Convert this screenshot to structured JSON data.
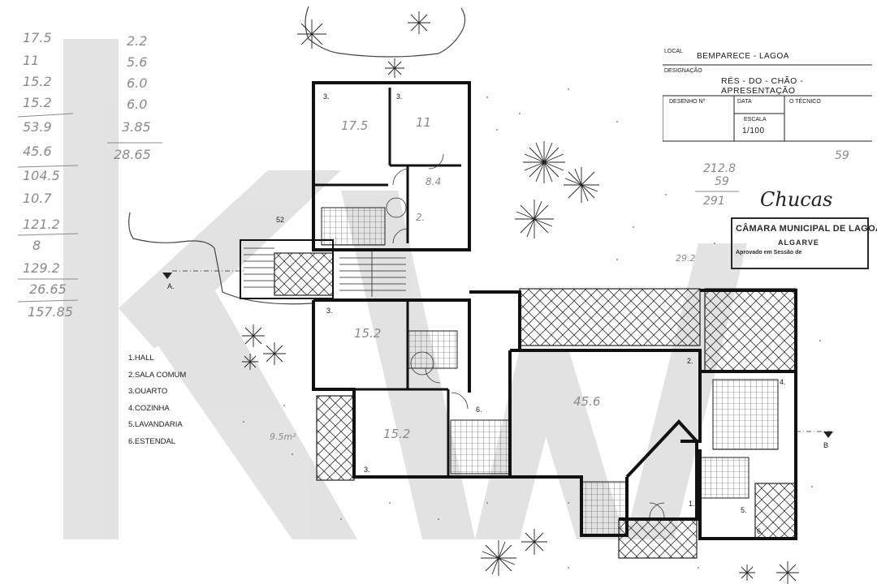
{
  "watermark": {
    "letters": "KW",
    "color": "#dcdcdc"
  },
  "title_block": {
    "local_label": "LOCAL",
    "local_value": "BEMPARECE - LAGOA",
    "designacao_label": "DESIGNAÇÃO",
    "designacao_value": "RÉS - DO - CHÃO - APRESENTAÇÃO",
    "desenho_label": "DESENHO Nº",
    "data_label": "DATA",
    "tecnico_label": "O TÉCNICO",
    "escala_label": "ESCALA",
    "escala_value": "1/100"
  },
  "stamp": {
    "line1": "CÂMARA MUNICIPAL DE LAGOA",
    "line2": "ALGARVE",
    "line3": "Aprovado em Sessão de"
  },
  "legend": [
    "1.HALL",
    "2.SALA COMUM",
    "3.OUARTO",
    "4.COZINHA",
    "5.LAVANDARIA",
    "6.ESTENDAL"
  ],
  "section_marks": {
    "a": "A.",
    "b": "B"
  },
  "rooms": {
    "r1": "3.",
    "r1_area": "17.5",
    "r2": "3.",
    "r2_area": "11",
    "r3": "3.",
    "r3_area": "15.2",
    "r4": "3.",
    "r4_area": "15.2",
    "r5": "8.4",
    "r6": "2.",
    "r7": "2.",
    "r7_area": "45.6",
    "r8": "4.",
    "r9": "1.",
    "r10": "5.",
    "r11": "6.",
    "r12": "6.",
    "r13": "52"
  },
  "handwritten": {
    "col1": [
      "17.5",
      "11",
      "15.2",
      "15.2",
      "53.9",
      "45.6",
      "104.5",
      "10.7",
      "121.2",
      "8",
      "129.2",
      "26.65",
      "157.85"
    ],
    "col2": [
      "2.2",
      "5.6",
      "6.0",
      "6.0",
      "3.85",
      "28.65"
    ],
    "right": [
      "59",
      "212.8",
      "59",
      "291"
    ],
    "area_left": "9.5m²",
    "area_right": "29.2",
    "signature": "Chucas"
  }
}
